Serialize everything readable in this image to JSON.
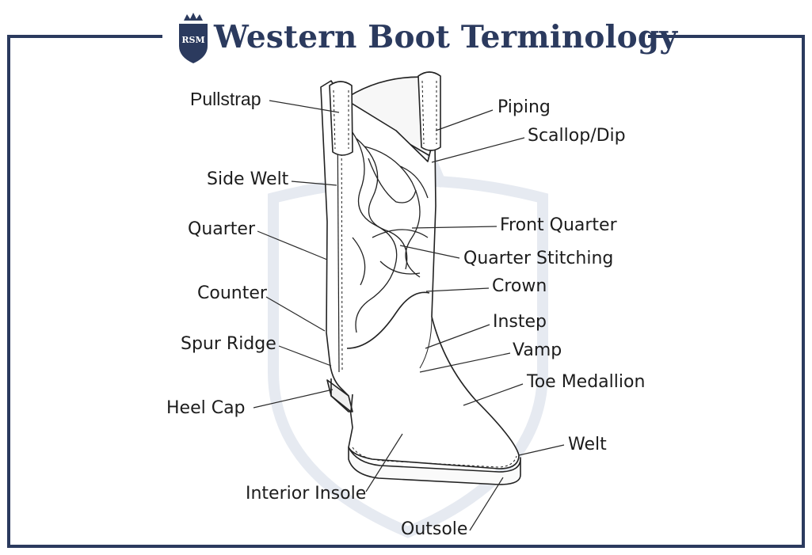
{
  "title": "Western Boot Terminology",
  "logo": {
    "text": "RSM",
    "icon": "crest-shield-icon"
  },
  "colors": {
    "navy": "#2b3a5e",
    "watermark": "#e9edf3",
    "line": "#2a2a2a"
  },
  "labels": {
    "pullstrap": "Pullstrap",
    "piping": "Piping",
    "scallop_dip": "Scallop/Dip",
    "side_welt": "Side Welt",
    "front_quarter": "Front Quarter",
    "quarter": "Quarter",
    "quarter_stitching": "Quarter Stitching",
    "crown": "Crown",
    "counter": "Counter",
    "instep": "Instep",
    "spur_ridge": "Spur Ridge",
    "vamp": "Vamp",
    "toe_medallion": "Toe Medallion",
    "heel_cap": "Heel Cap",
    "welt": "Welt",
    "interior_insole": "Interior Insole",
    "outsole": "Outsole"
  }
}
